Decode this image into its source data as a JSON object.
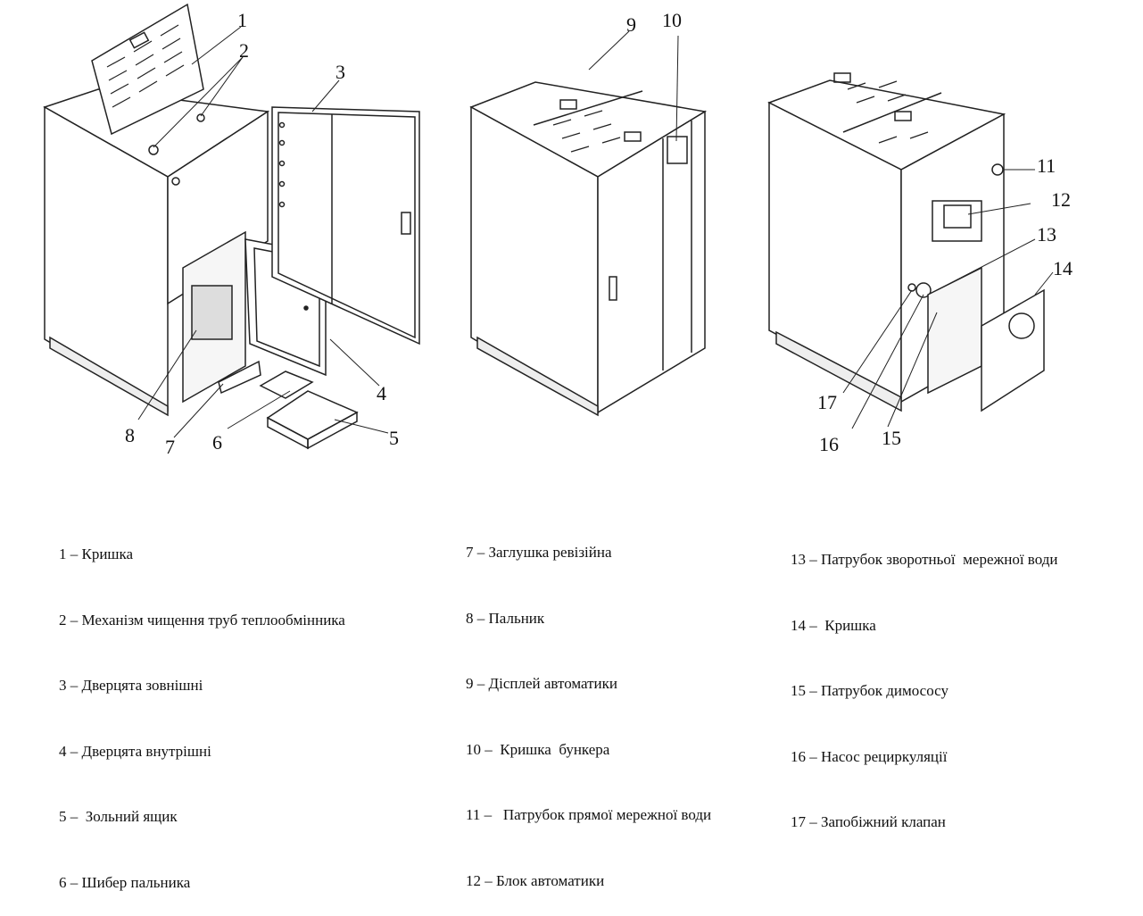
{
  "callouts": [
    "1",
    "2",
    "3",
    "4",
    "5",
    "6",
    "7",
    "8",
    "9",
    "10",
    "11",
    "12",
    "13",
    "14",
    "15",
    "16",
    "17"
  ],
  "legend": {
    "col1": [
      "1 – Кришка",
      "2 – Механізм чищення труб теплообмінника",
      "3 – Дверцята зовнішні",
      "4 – Дверцята внутрішні",
      "5 –  Зольний ящик",
      "6 – Шибер пальника"
    ],
    "col2": [
      "7 – Заглушка ревізійна",
      "8 – Пальник",
      "9 – Дісплей автоматики",
      "10 –  Кришка  бункера",
      "11 –   Патрубок прямої мережної води",
      "12 – Блок автоматики"
    ],
    "col3": [
      "13 – Патрубок зворотньої  мережної води",
      "14 –  Кришка",
      "15 – Патрубок димососу",
      "16 – Насос рециркуляції",
      "17 – Запобіжний клапан"
    ]
  }
}
